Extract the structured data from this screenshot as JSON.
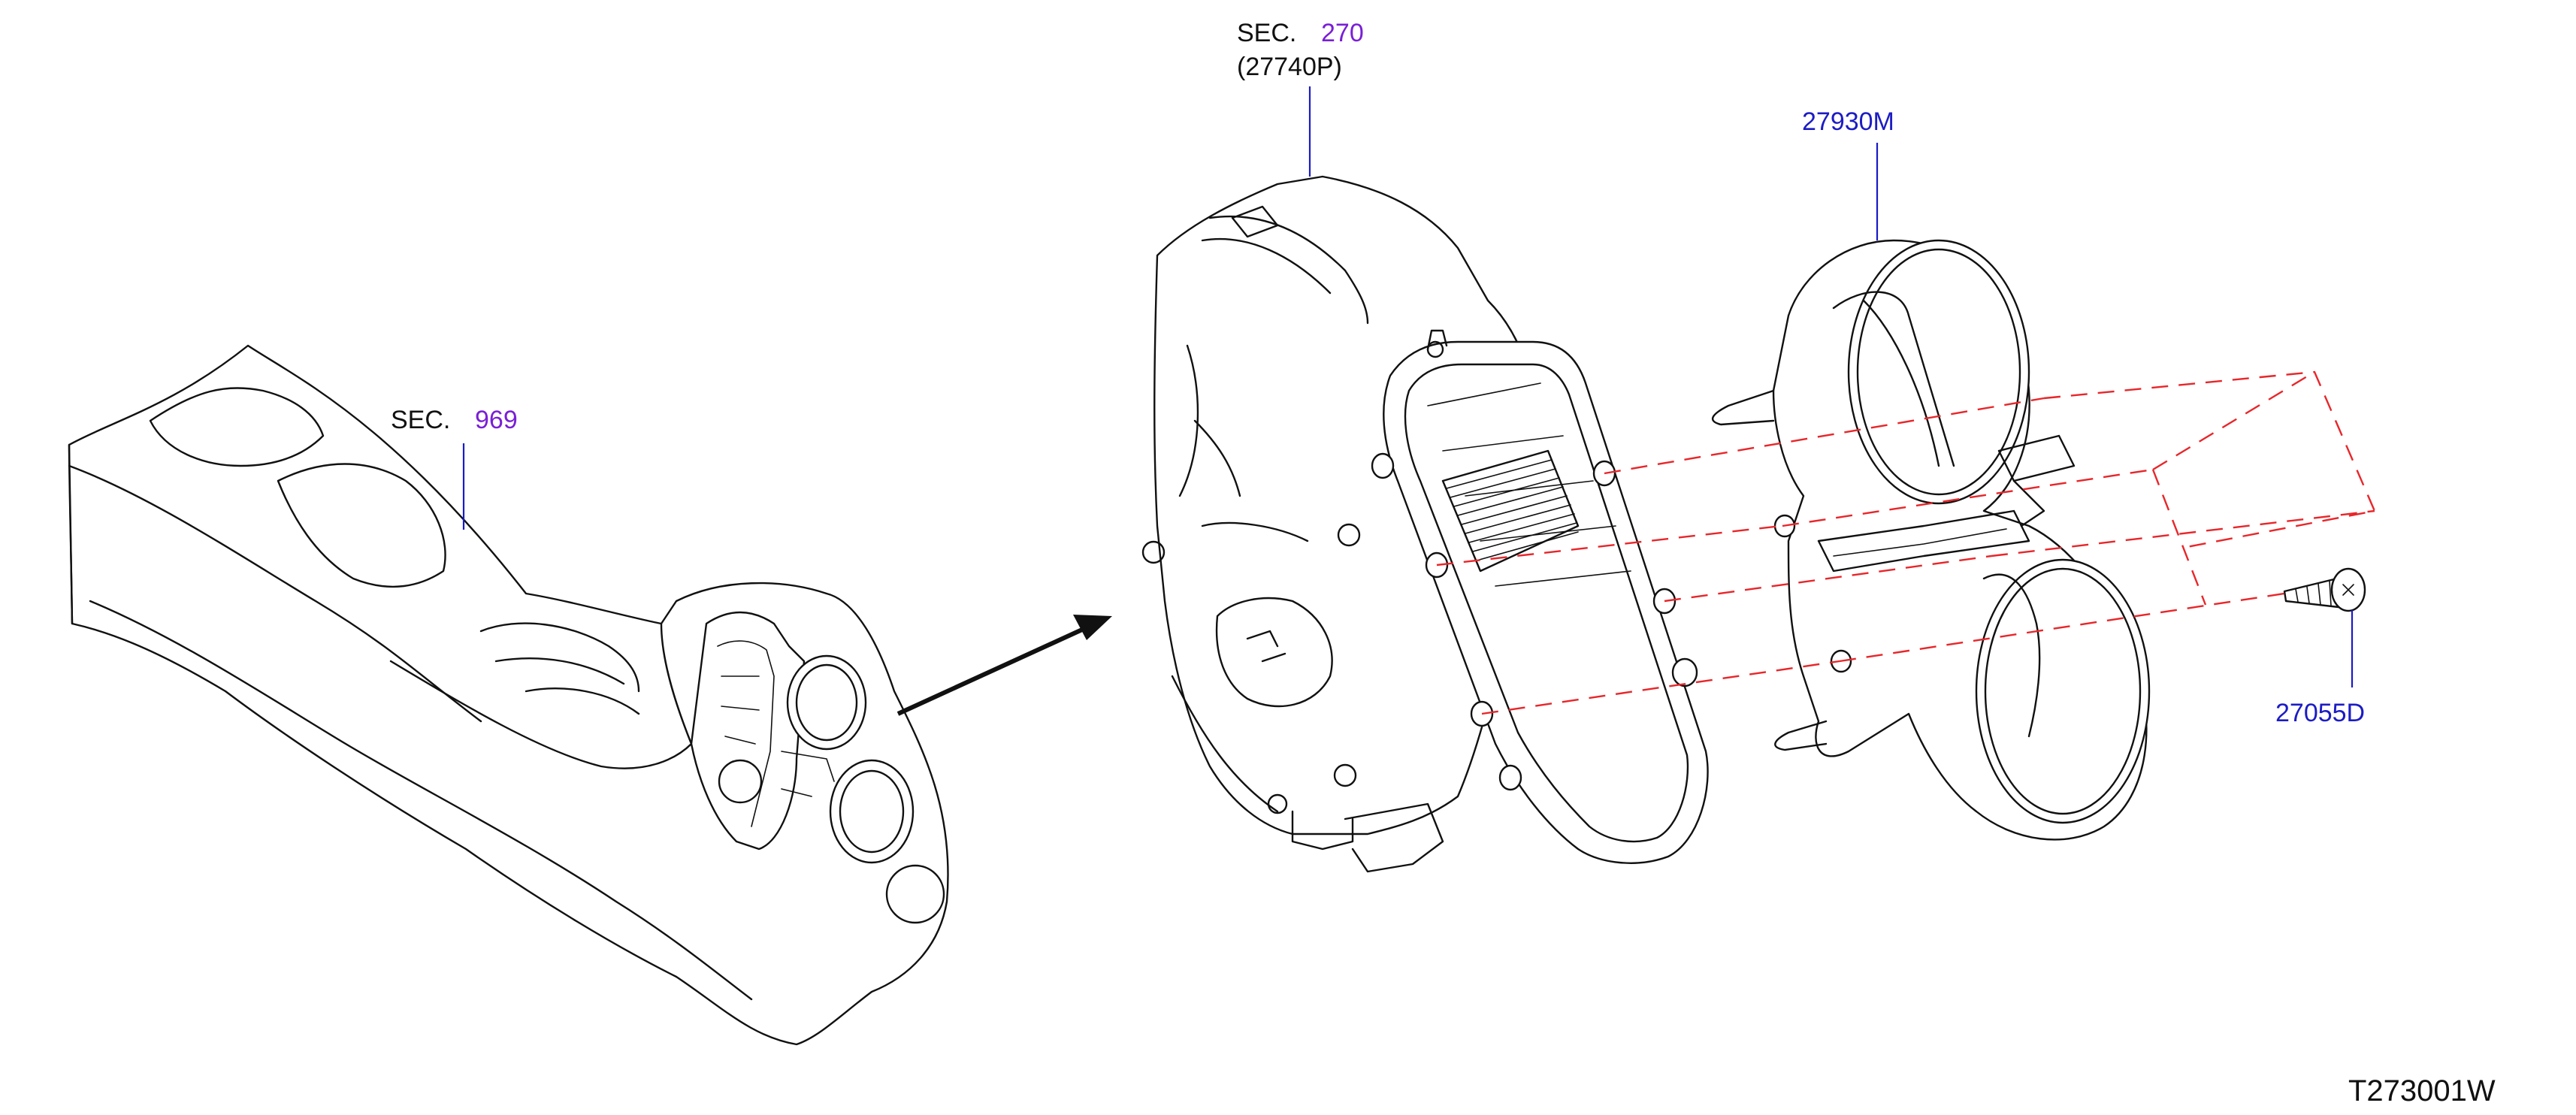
{
  "diagram": {
    "callouts": [
      {
        "id": "sec969",
        "prefix": "SEC.",
        "number": "969",
        "sub": ""
      },
      {
        "id": "sec270",
        "prefix": "SEC.",
        "number": "270",
        "sub": "(27740P)"
      }
    ],
    "parts": [
      {
        "id": "p27930M",
        "number": "27930M"
      },
      {
        "id": "p27055D",
        "number": "27055D"
      }
    ],
    "diagram_code": "T273001W",
    "colors": {
      "line": "#111111",
      "section_number": "#7a1fd6",
      "part_number": "#1c1cc4",
      "leader": "#1a1ac8",
      "fastener_guide": "#e8262a"
    }
  }
}
